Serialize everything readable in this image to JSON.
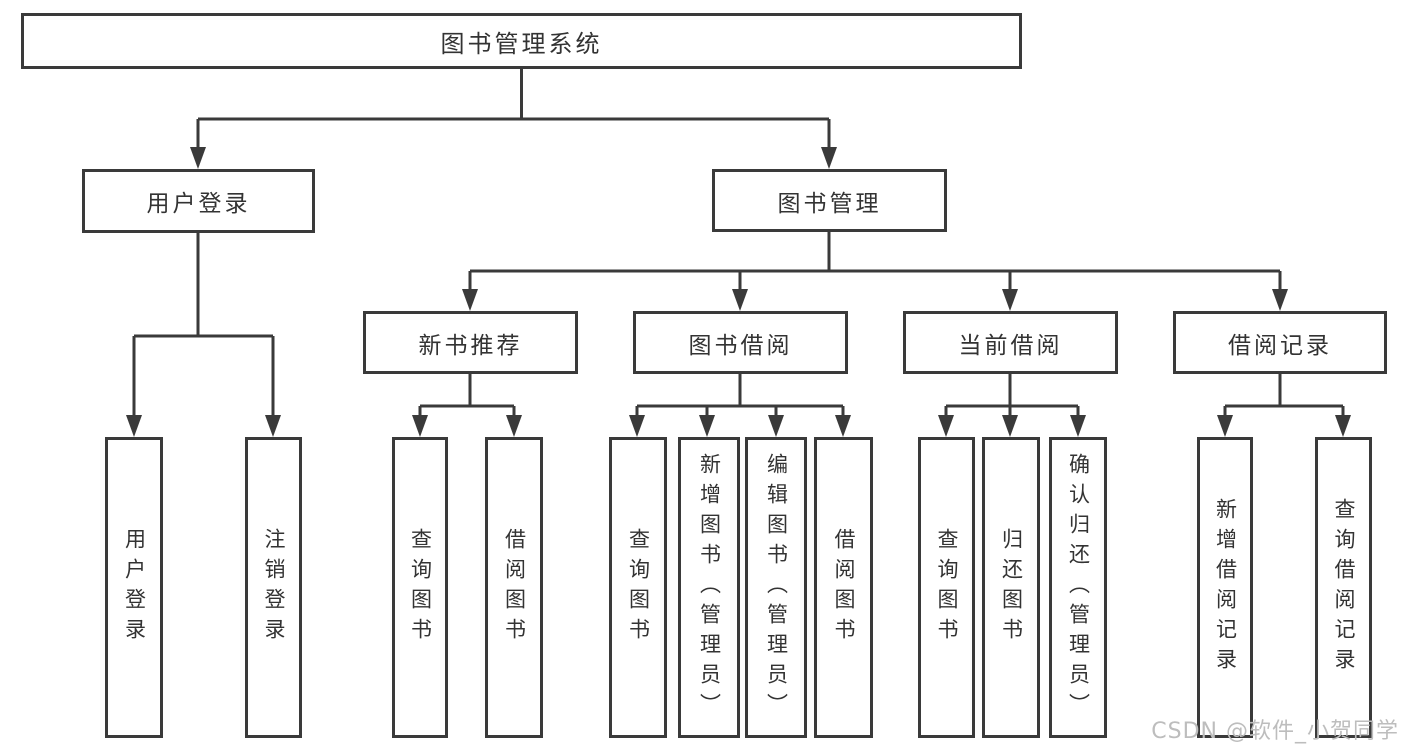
{
  "diagram": {
    "title": "library-management-system-function-tree",
    "line_color": "#3a3a3a",
    "text_color": "#333333",
    "watermark_color": "#bdbdbd",
    "root": {
      "label": "图书管理系统"
    },
    "branches": [
      {
        "label": "用户登录",
        "children": [
          {
            "label": "用户登录"
          },
          {
            "label": "注销登录"
          }
        ]
      },
      {
        "label": "图书管理",
        "children": [
          {
            "label": "新书推荐",
            "children": [
              {
                "label": "查询图书"
              },
              {
                "label": "借阅图书"
              }
            ]
          },
          {
            "label": "图书借阅",
            "children": [
              {
                "label": "查询图书"
              },
              {
                "label": "新增图书（管理员）"
              },
              {
                "label": "编辑图书（管理员）"
              },
              {
                "label": "借阅图书"
              }
            ]
          },
          {
            "label": "当前借阅",
            "children": [
              {
                "label": "查询图书"
              },
              {
                "label": "归还图书"
              },
              {
                "label": "确认归还（管理员）"
              }
            ]
          },
          {
            "label": "借阅记录",
            "children": [
              {
                "label": "新增借阅记录"
              },
              {
                "label": "查询借阅记录"
              }
            ]
          }
        ]
      }
    ]
  },
  "watermark": {
    "text": "CSDN @软件_小贺同学"
  }
}
